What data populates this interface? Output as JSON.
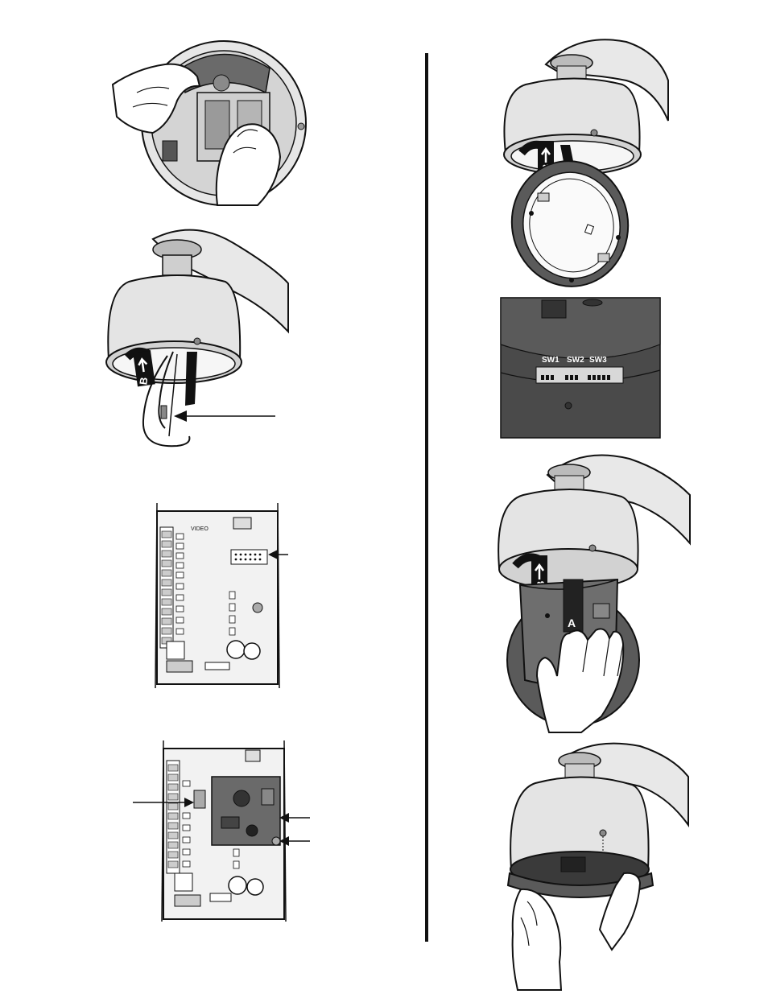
{
  "labels": {
    "strap_letter_b": "B",
    "strap_letter_a": "A",
    "board_video_label": "VIDEO",
    "switch_1": "SW1",
    "switch_2": "SW2",
    "switch_3": "SW3"
  },
  "colors": {
    "housing_fill": "#e4e4e4",
    "housing_shade": "#c8c8c8",
    "dark_body": "#4a4a4a",
    "board_fill": "#f2f2f2",
    "ink": "#111111"
  }
}
